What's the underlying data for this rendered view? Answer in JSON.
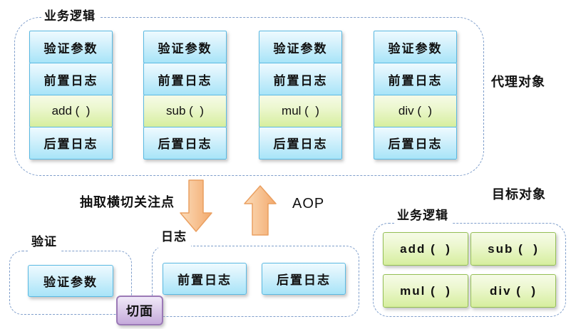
{
  "proxy": {
    "group_label": "业务逻辑",
    "side_label": "代理对象",
    "columns": [
      [
        "验证参数",
        "前置日志",
        "add (  )",
        "后置日志"
      ],
      [
        "验证参数",
        "前置日志",
        "sub (  )",
        "后置日志"
      ],
      [
        "验证参数",
        "前置日志",
        "mul (  )",
        "后置日志"
      ],
      [
        "验证参数",
        "前置日志",
        "div (  )",
        "后置日志"
      ]
    ]
  },
  "middle": {
    "extract_label": "抽取横切关注点",
    "aop_label": "AOP"
  },
  "aspects": {
    "validation": {
      "label": "验证",
      "item": "验证参数"
    },
    "logging": {
      "label": "日志",
      "items": [
        "前置日志",
        "后置日志"
      ]
    },
    "aspect_tag": "切面"
  },
  "target": {
    "side_label": "目标对象",
    "group_label": "业务逻辑",
    "methods": [
      "add (  )",
      "sub (  )",
      "mul (  )",
      "div (  )"
    ]
  },
  "colors": {
    "dashed_border": "#7f9ecb",
    "blue_box_border": "#5ab9e2",
    "blue_box_top": "#eefaff",
    "blue_box_bottom": "#a8e4f8",
    "green_box_border": "#94bf54",
    "green_box_top": "#f6fbe7",
    "green_box_bottom": "#d6ee9e",
    "purple_box_border": "#9b79b6",
    "purple_box_fill": "#c5aadb",
    "arrow_fill_light": "#fbdcba",
    "arrow_fill_dark": "#f3a96c",
    "arrow_stroke": "#ea9f60"
  }
}
